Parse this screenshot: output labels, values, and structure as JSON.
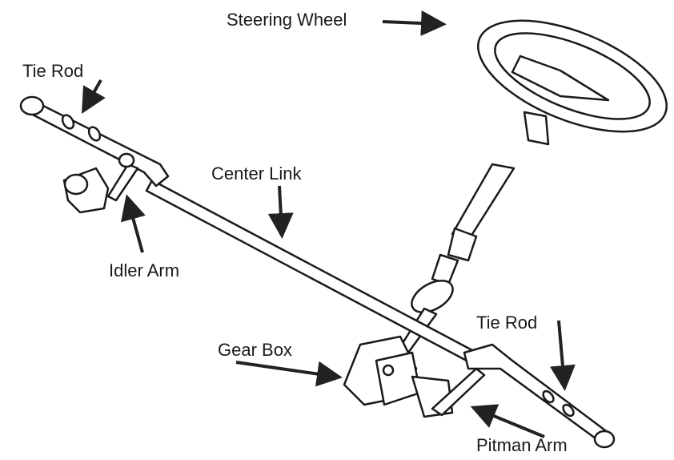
{
  "diagram": {
    "title": "Steering system components",
    "labels": {
      "steering_wheel": "Steering Wheel",
      "tie_rod_left": "Tie Rod",
      "center_link": "Center Link",
      "idler_arm": "Idler Arm",
      "tie_rod_right": "Tie Rod",
      "gear_box": "Gear Box",
      "pitman_arm": "Pitman Arm"
    },
    "colors": {
      "ink": "#1a1a1a",
      "fill": "#ffffff",
      "arrow": "#222222"
    }
  }
}
